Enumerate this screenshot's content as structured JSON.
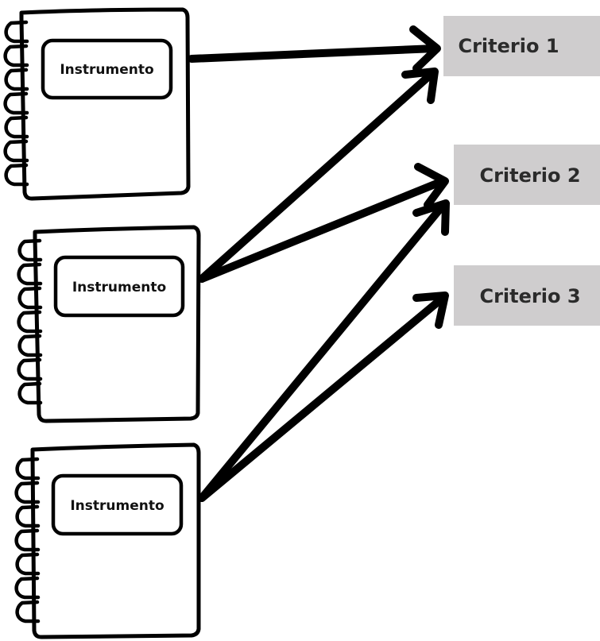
{
  "diagram": {
    "instruments": [
      {
        "id": "instrumento-1",
        "label": "Instrumento"
      },
      {
        "id": "instrumento-2",
        "label": "Instrumento"
      },
      {
        "id": "instrumento-3",
        "label": "Instrumento"
      }
    ],
    "criteria": [
      {
        "id": "criterio-1",
        "label": "Criterio 1"
      },
      {
        "id": "criterio-2",
        "label": "Criterio 2"
      },
      {
        "id": "criterio-3",
        "label": "Criterio 3"
      }
    ],
    "connections": [
      {
        "from": "instrumento-1",
        "to": "criterio-1"
      },
      {
        "from": "instrumento-2",
        "to": "criterio-1"
      },
      {
        "from": "instrumento-2",
        "to": "criterio-2"
      },
      {
        "from": "instrumento-3",
        "to": "criterio-2"
      },
      {
        "from": "instrumento-3",
        "to": "criterio-3"
      }
    ],
    "colors": {
      "criterion_box": "#cfcdce",
      "ink": "#000000"
    }
  }
}
